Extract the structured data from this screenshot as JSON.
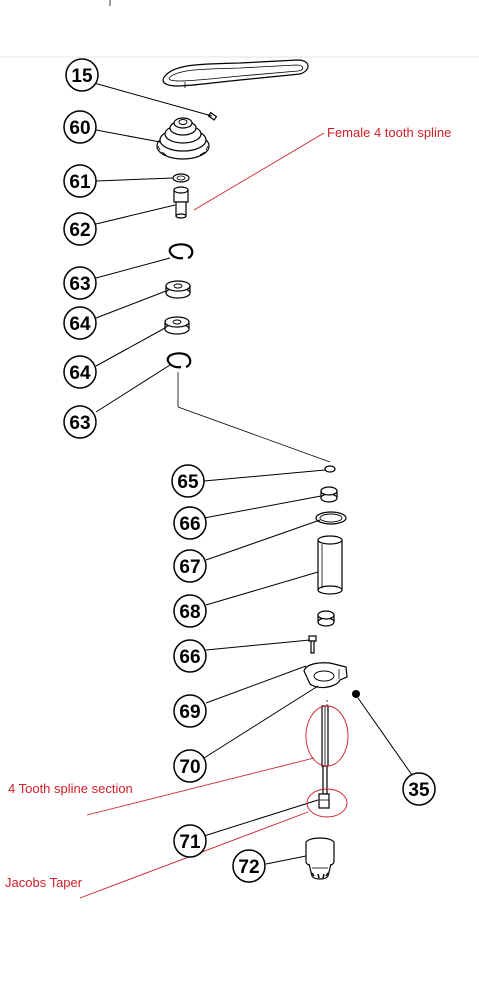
{
  "colors": {
    "annotation": "#d0202a",
    "line": "#000000",
    "background": "#ffffff"
  },
  "callouts": [
    {
      "id": "c-15",
      "label": "15"
    },
    {
      "id": "c-60",
      "label": "60"
    },
    {
      "id": "c-61",
      "label": "61"
    },
    {
      "id": "c-62",
      "label": "62"
    },
    {
      "id": "c-63a",
      "label": "63"
    },
    {
      "id": "c-64a",
      "label": "64"
    },
    {
      "id": "c-64b",
      "label": "64"
    },
    {
      "id": "c-63b",
      "label": "63"
    },
    {
      "id": "c-65",
      "label": "65"
    },
    {
      "id": "c-66a",
      "label": "66"
    },
    {
      "id": "c-67",
      "label": "67"
    },
    {
      "id": "c-68",
      "label": "68"
    },
    {
      "id": "c-66b",
      "label": "66"
    },
    {
      "id": "c-69",
      "label": "69"
    },
    {
      "id": "c-70",
      "label": "70"
    },
    {
      "id": "c-35",
      "label": "35"
    },
    {
      "id": "c-71",
      "label": "71"
    },
    {
      "id": "c-72",
      "label": "72"
    }
  ],
  "annotations": {
    "female_spline": "Female 4 tooth spline",
    "spline_section": "4 Tooth spline section",
    "jacobs_taper": "Jacobs Taper"
  }
}
